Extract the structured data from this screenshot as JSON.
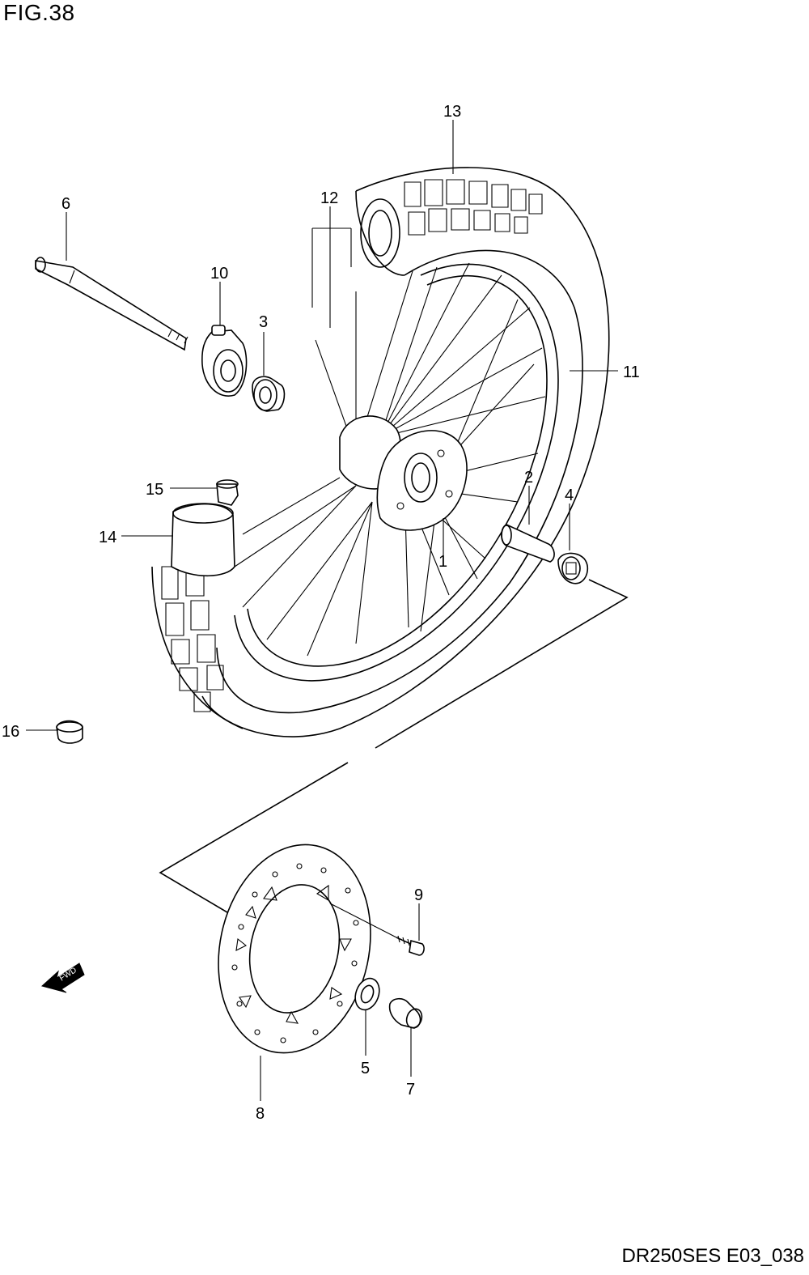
{
  "figure": {
    "title": "FIG.38",
    "code": "DR250SES E03_038",
    "direction_label": "FWD"
  },
  "callouts": [
    "1",
    "2",
    "3",
    "4",
    "5",
    "6",
    "7",
    "8",
    "9",
    "10",
    "11",
    "12",
    "13",
    "14",
    "15",
    "16"
  ],
  "parts": [
    {
      "ref": "1",
      "name": "hub"
    },
    {
      "ref": "2",
      "name": "spacer"
    },
    {
      "ref": "3",
      "name": "bearing"
    },
    {
      "ref": "4",
      "name": "bearing"
    },
    {
      "ref": "5",
      "name": "seal"
    },
    {
      "ref": "6",
      "name": "axle"
    },
    {
      "ref": "7",
      "name": "spacer"
    },
    {
      "ref": "8",
      "name": "brake-disc"
    },
    {
      "ref": "9",
      "name": "bolt"
    },
    {
      "ref": "10",
      "name": "speedometer-gearbox"
    },
    {
      "ref": "11",
      "name": "rim"
    },
    {
      "ref": "12",
      "name": "spoke-set"
    },
    {
      "ref": "13",
      "name": "tire"
    },
    {
      "ref": "14",
      "name": "tube"
    },
    {
      "ref": "15",
      "name": "valve-cap"
    },
    {
      "ref": "16",
      "name": "cap"
    }
  ]
}
